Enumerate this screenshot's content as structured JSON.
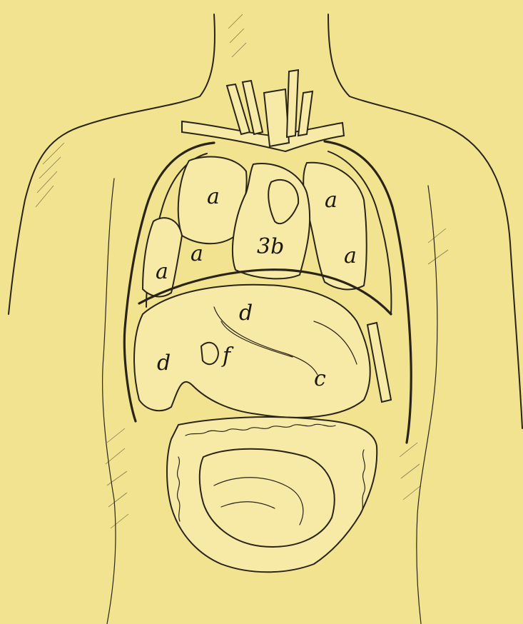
{
  "figure": {
    "labels": [
      {
        "id": "lung-upper-right",
        "text": "a"
      },
      {
        "id": "lung-mid-right",
        "text": "a"
      },
      {
        "id": "lung-lower-right",
        "text": "a"
      },
      {
        "id": "lung-upper-left",
        "text": "a"
      },
      {
        "id": "lung-lower-left",
        "text": "a"
      },
      {
        "id": "heart",
        "text": "3b"
      },
      {
        "id": "liver-upper",
        "text": "d"
      },
      {
        "id": "liver-lower",
        "text": "d"
      },
      {
        "id": "gallbladder",
        "text": "f"
      },
      {
        "id": "stomach",
        "text": "c"
      }
    ],
    "colors": {
      "paper": "#f2e391",
      "ink": "#2a2416",
      "organ_fill": "#f6eaa6"
    }
  }
}
